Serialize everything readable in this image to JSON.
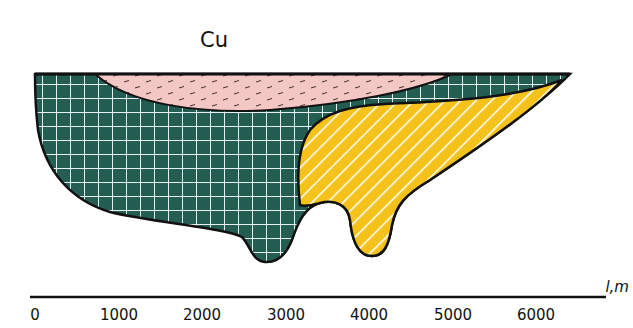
{
  "diagram": {
    "title": "Cu",
    "labels": [
      "0",
      "1000",
      "2000",
      "3000",
      "4000",
      "5000",
      "6000",
      "l,m"
    ]
  }
}
